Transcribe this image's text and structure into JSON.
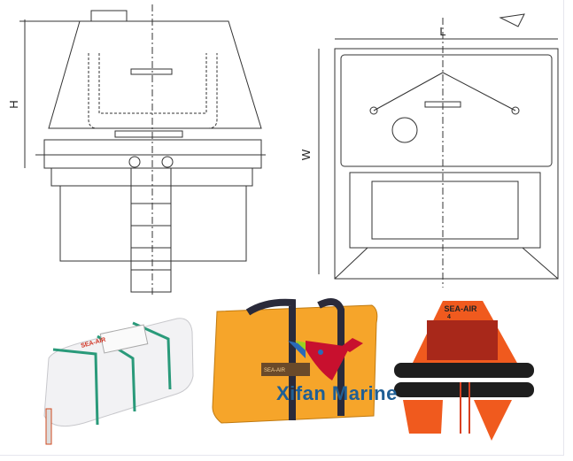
{
  "drawings": {
    "side_view": {
      "height_label": "H"
    },
    "top_view": {
      "length_label": "L",
      "width_label": "W"
    }
  },
  "photos": {
    "canister": {
      "brand": "SEA-AIR"
    },
    "valise_bag": {
      "brand": "SEA-AIR"
    },
    "inflated_raft": {
      "brand": "SEA-AIR",
      "capacity": "4"
    }
  },
  "watermark": {
    "text": "Xifan Marine"
  },
  "colors": {
    "raft_orange": "#f05a1e",
    "bag_orange": "#f6a52a",
    "tube_black": "#1e1e1e",
    "strap_green": "#2a9a7a",
    "watermark_blue": "#1f5f95",
    "watermark_red": "#c8102e"
  }
}
